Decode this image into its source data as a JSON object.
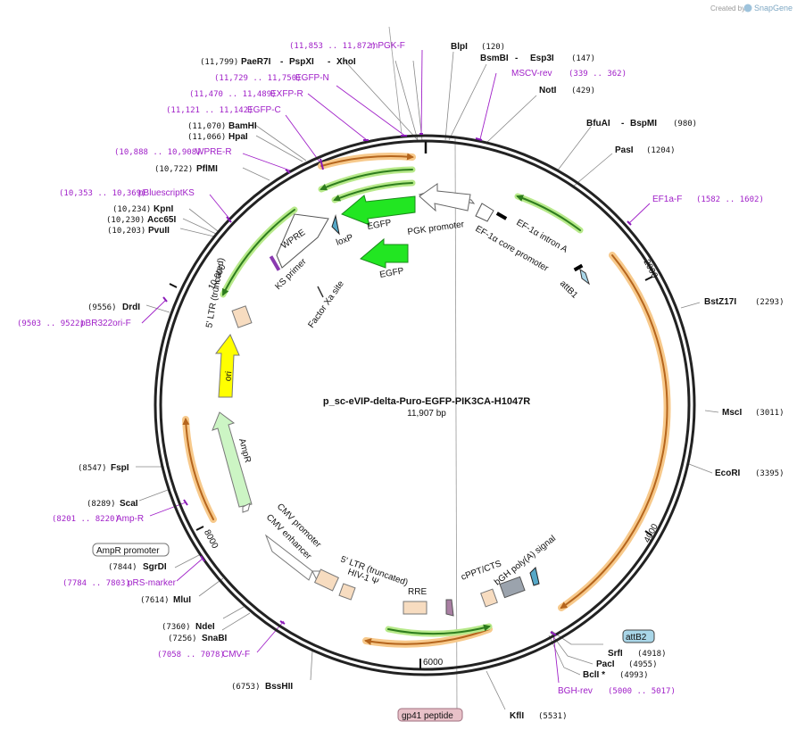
{
  "brand": {
    "created_by": "Created by",
    "name": "SnapGene"
  },
  "plasmid": {
    "name": "p_sc-eVIP-delta-Puro-EGFP-PIK3CA-H1047R",
    "length_label": "11,907 bp"
  },
  "ticks": [
    {
      "label": "2000"
    },
    {
      "label": "4000"
    },
    {
      "label": "6000"
    },
    {
      "label": "8000"
    },
    {
      "label": "10,000"
    }
  ],
  "enzymes": [
    {
      "name": "BlpI",
      "pos": "(120)"
    },
    {
      "name": "BsmBI",
      "pos": ""
    },
    {
      "name": "Esp3I",
      "pos": "(147)"
    },
    {
      "name": "NotI",
      "pos": "(429)"
    },
    {
      "name": "BfuAI",
      "pos": ""
    },
    {
      "name": "BspMI",
      "pos": "(980)"
    },
    {
      "name": "PasI",
      "pos": "(1204)"
    },
    {
      "name": "BstZ17I",
      "pos": "(2293)"
    },
    {
      "name": "MscI",
      "pos": "(3011)"
    },
    {
      "name": "EcoRI",
      "pos": "(3395)"
    },
    {
      "name": "SrfI",
      "pos": "(4918)"
    },
    {
      "name": "PacI",
      "pos": "(4955)"
    },
    {
      "name": "BclI *",
      "pos": "(4993)"
    },
    {
      "name": "KflI",
      "pos": "(5531)"
    },
    {
      "name": "BssHII",
      "pos": "(6753)"
    },
    {
      "name": "SnaBI",
      "pos": "(7256)"
    },
    {
      "name": "NdeI",
      "pos": "(7360)"
    },
    {
      "name": "MluI",
      "pos": "(7614)"
    },
    {
      "name": "SgrDI",
      "pos": "(7844)"
    },
    {
      "name": "ScaI",
      "pos": "(8289)"
    },
    {
      "name": "FspI",
      "pos": "(8547)"
    },
    {
      "name": "DrdI",
      "pos": "(9556)"
    },
    {
      "name": "PvuII",
      "pos": "(10,203)"
    },
    {
      "name": "Acc65I",
      "pos": "(10,230)"
    },
    {
      "name": "KpnI",
      "pos": "(10,234)"
    },
    {
      "name": "PflMI",
      "pos": "(10,722)"
    },
    {
      "name": "HpaI",
      "pos": "(11,066)"
    },
    {
      "name": "BamHI",
      "pos": "(11,070)"
    },
    {
      "name": "PaeR7I",
      "pos": "(11,799)"
    },
    {
      "name": "PspXI",
      "pos": ""
    },
    {
      "name": "XhoI",
      "pos": ""
    }
  ],
  "primers": [
    {
      "name": "mPGK-F",
      "range": "(11,853 .. 11,872)"
    },
    {
      "name": "EGFP-N",
      "range": "(11,729 .. 11,750)"
    },
    {
      "name": "EXFP-R",
      "range": "(11,470 .. 11,489)"
    },
    {
      "name": "EGFP-C",
      "range": "(11,121 .. 11,142)"
    },
    {
      "name": "WPRE-R",
      "range": "(10,888 .. 10,908)"
    },
    {
      "name": "pBluescriptKS",
      "range": "(10,353 .. 10,369)"
    },
    {
      "name": "pBR322ori-F",
      "range": "(9503 .. 9522)"
    },
    {
      "name": "Amp-R",
      "range": "(8201 .. 8220)"
    },
    {
      "name": "pRS-marker",
      "range": "(7784 .. 7803)"
    },
    {
      "name": "CMV-F",
      "range": "(7058 .. 7078)"
    },
    {
      "name": "MSCV-rev",
      "range": "(339 .. 362)"
    },
    {
      "name": "EF1a-F",
      "range": "(1582 .. 1602)"
    },
    {
      "name": "BGH-rev",
      "range": "(5000 .. 5017)"
    }
  ],
  "boxed_labels": [
    {
      "text": "AmpR promoter"
    },
    {
      "text": "attB2"
    },
    {
      "text": "gp41 peptide"
    }
  ],
  "features": [
    {
      "text": "PGK promoter"
    },
    {
      "text": "EF-1α intron A"
    },
    {
      "text": "EF-1α core promoter"
    },
    {
      "text": "attB1"
    },
    {
      "text": "EGFP"
    },
    {
      "text": "EGFP"
    },
    {
      "text": "loxP"
    },
    {
      "text": "WPRE"
    },
    {
      "text": "KS primer"
    },
    {
      "text": "Factor Xa site"
    },
    {
      "text": "5' LTR (truncated)"
    },
    {
      "text": "ori"
    },
    {
      "text": "AmpR"
    },
    {
      "text": "CMV promoter"
    },
    {
      "text": "CMV enhancer"
    },
    {
      "text": "5' LTR (truncated)"
    },
    {
      "text": "HIV-1 Ψ"
    },
    {
      "text": "RRE"
    },
    {
      "text": "cPPT/CTS"
    },
    {
      "text": "bGH poly(A) signal"
    }
  ],
  "colors": {
    "backbone": "#222222",
    "enzyme_text": "#111111",
    "primer_text": "#a020c8",
    "primer_mark": "#8a1ab8",
    "orange_arrow": "#b5651d",
    "orange_glow": "#f7c98b",
    "green_arrow": "#2e7d1e",
    "green_glow": "#b7e98a",
    "egfp_fill": "#22e622",
    "ampr_fill": "#ccf5c4",
    "ori_fill": "#ffff00",
    "ltr_fill": "#f7dcc0",
    "bgh_fill": "#9ba3ad",
    "attb_fill": "#a9d6e8",
    "gp41_fill": "#e8c1c8"
  }
}
